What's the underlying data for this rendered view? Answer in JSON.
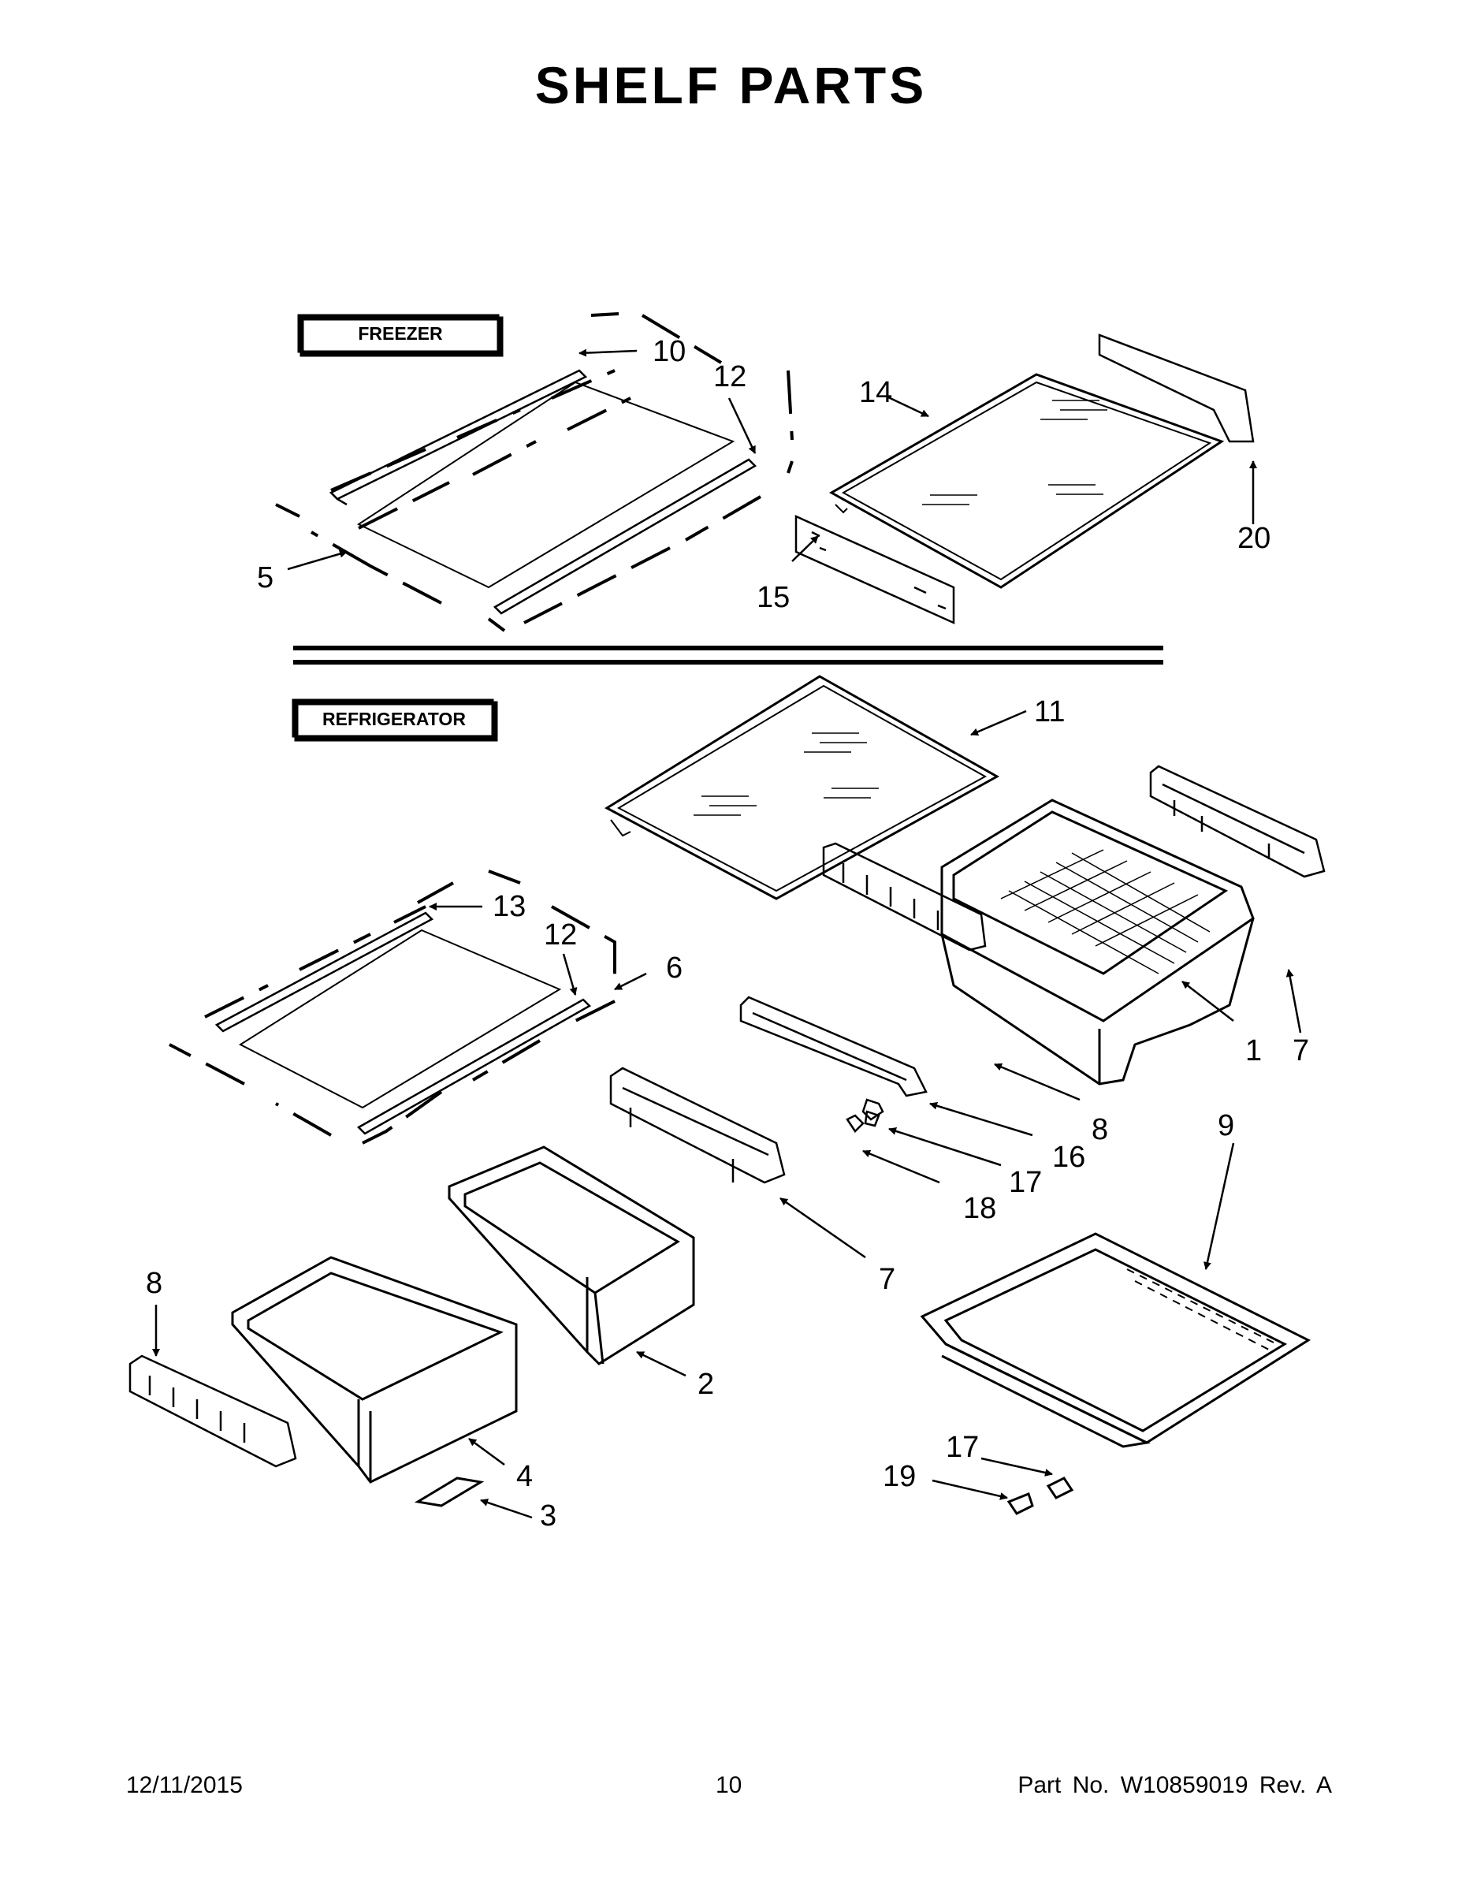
{
  "title": "SHELF PARTS",
  "sections": {
    "freezer": "FREEZER",
    "refrigerator": "REFRIGERATOR"
  },
  "callouts": {
    "c10": "10",
    "c12a": "12",
    "c14": "14",
    "c5": "5",
    "c15": "15",
    "c20": "20",
    "c11": "11",
    "c13": "13",
    "c12b": "12",
    "c6": "6",
    "c7a": "7",
    "c1": "1",
    "c8a": "8",
    "c16": "16",
    "c17a": "17",
    "c18": "18",
    "c7b": "7",
    "c9": "9",
    "c8b": "8",
    "c2": "2",
    "c4": "4",
    "c3": "3",
    "c17b": "17",
    "c19": "19"
  },
  "footer": {
    "date": "12/11/2015",
    "page": "10",
    "part": "Part No.  W10859019  Rev.  A"
  }
}
